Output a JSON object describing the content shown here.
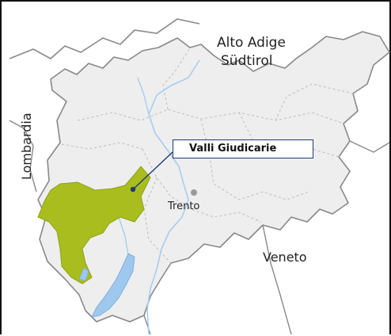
{
  "labels": {
    "north_line1": "Alto Adige",
    "north_line2": "Südtirol",
    "west": "Lombardia",
    "east": "Veneto",
    "city": "Trento"
  },
  "callout": {
    "label": "Valli Giudicarie"
  },
  "colors": {
    "highlight_region": "#a9be1e",
    "water": "#9fc8ee",
    "river": "#a7cdf0",
    "region_fill": "#eeeeee",
    "boundary": "#888888",
    "internal_boundary": "#cfcfcf",
    "leader_line": "#1f3a6e",
    "city_marker": "#9a9a9a"
  }
}
